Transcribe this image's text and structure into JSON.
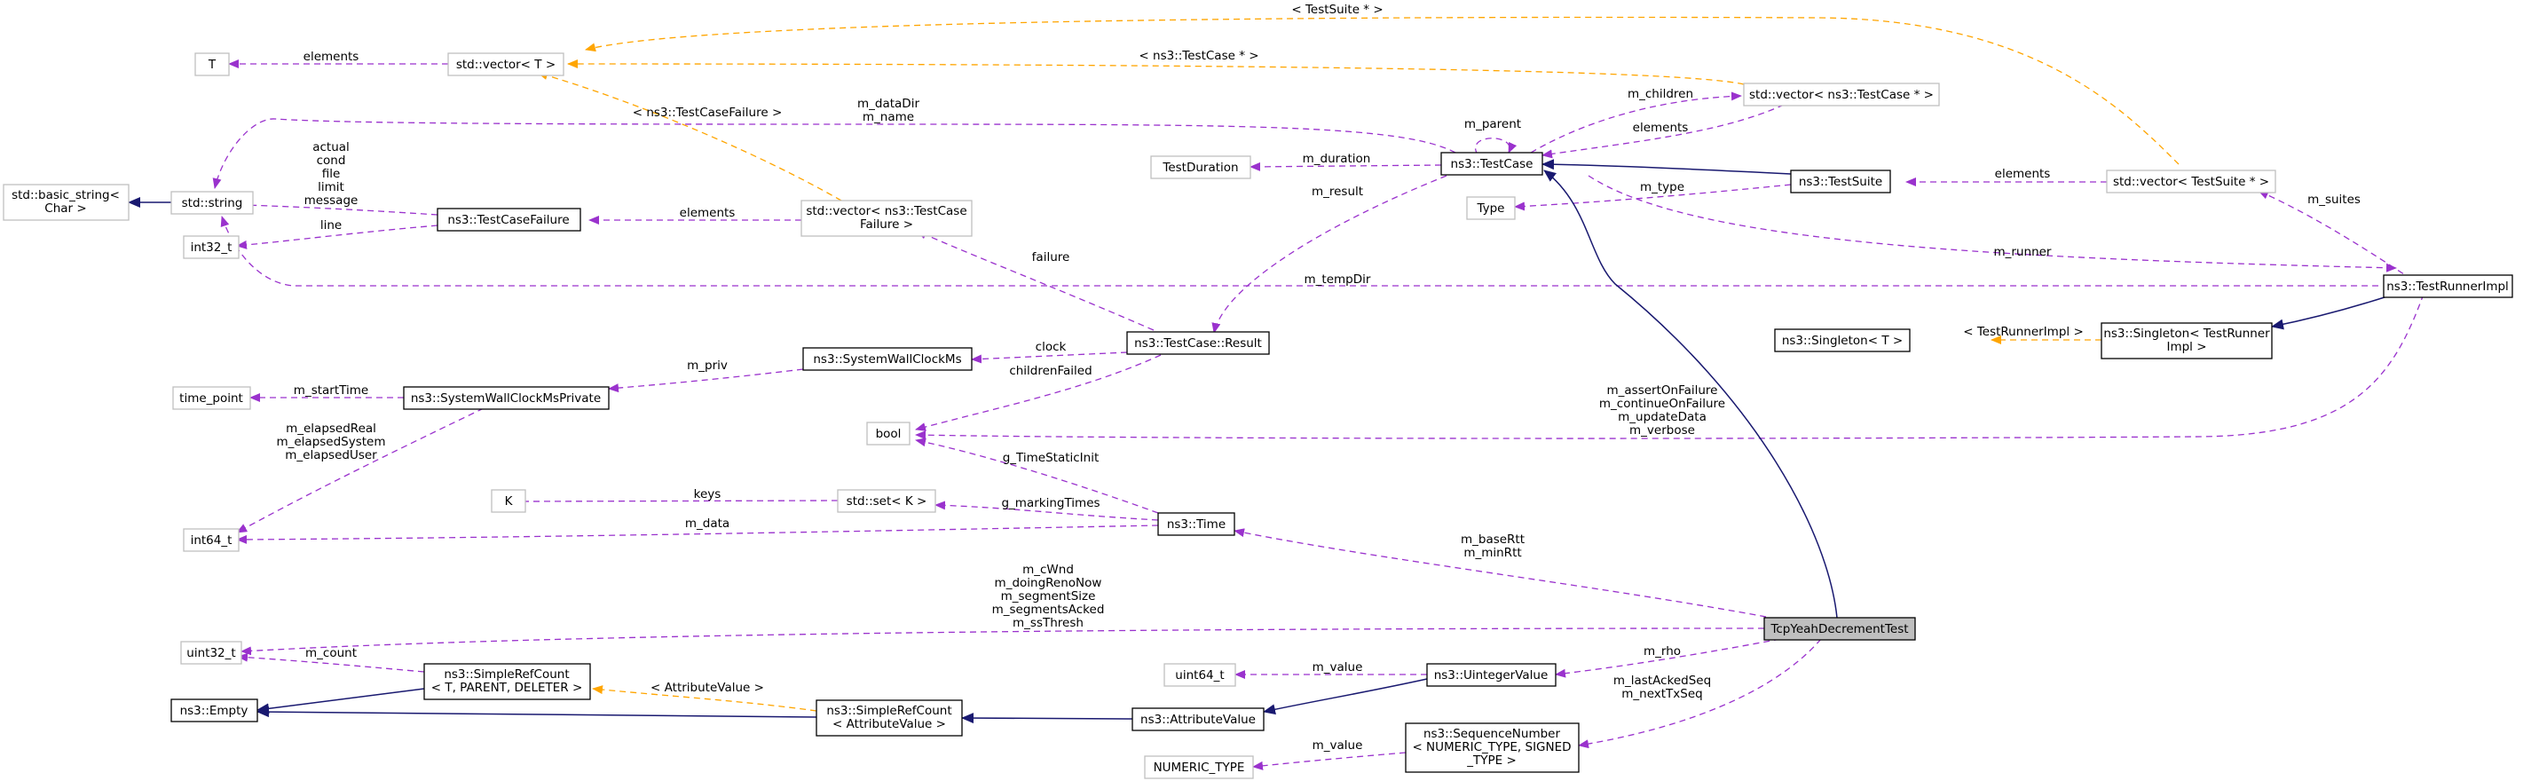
{
  "colors": {
    "usage_edge": "#9a32cd",
    "template_edge": "#ffa500",
    "inheritance_edge": "#191970",
    "focus_fill": "#bfbfbf"
  },
  "nodes": {
    "t": [
      "T"
    ],
    "std_vector_t": [
      "std::vector< T >"
    ],
    "std_basic_string": [
      "std::basic_string<",
      "Char >"
    ],
    "std_string": [
      "std::string"
    ],
    "int32_t": [
      "int32_t"
    ],
    "time_point": [
      "time_point"
    ],
    "int64_t": [
      "int64_t"
    ],
    "uint32_t": [
      "uint32_t"
    ],
    "ns3_empty": [
      "ns3::Empty"
    ],
    "test_case_failure": [
      "ns3::TestCaseFailure"
    ],
    "system_wall_clock_ms_private": [
      "ns3::SystemWallClockMsPrivate"
    ],
    "k": [
      "K"
    ],
    "simple_ref_count_t": [
      "ns3::SimpleRefCount",
      "< T, PARENT, DELETER >"
    ],
    "vector_test_case_failure": [
      "std::vector< ns3::TestCase",
      "Failure >"
    ],
    "system_wall_clock_ms": [
      "ns3::SystemWallClockMs"
    ],
    "bool": [
      "bool"
    ],
    "std_set_k": [
      "std::set< K >"
    ],
    "simple_ref_count_attr": [
      "ns3::SimpleRefCount",
      "< AttributeValue >"
    ],
    "test_duration": [
      "TestDuration"
    ],
    "type": [
      "Type"
    ],
    "test_case": [
      "ns3::TestCase"
    ],
    "test_case_result": [
      "ns3::TestCase::Result"
    ],
    "ns3_time": [
      "ns3::Time"
    ],
    "uint64_t": [
      "uint64_t"
    ],
    "attribute_value": [
      "ns3::AttributeValue"
    ],
    "numeric_type": [
      "NUMERIC_TYPE"
    ],
    "uinteger_value": [
      "ns3::UintegerValue"
    ],
    "sequence_number": [
      "ns3::SequenceNumber",
      "< NUMERIC_TYPE, SIGNED",
      "_TYPE >"
    ],
    "vector_test_case_ptr": [
      "std::vector< ns3::TestCase * >"
    ],
    "test_suite": [
      "ns3::TestSuite"
    ],
    "vector_test_suite_ptr": [
      "std::vector< TestSuite * >"
    ],
    "singleton_t": [
      "ns3::Singleton< T >"
    ],
    "singleton_test_runner": [
      "ns3::Singleton< TestRunner",
      "Impl >"
    ],
    "test_runner_impl": [
      "ns3::TestRunnerImpl"
    ],
    "tcp_yeah_decrement_test": [
      "TcpYeahDecrementTest"
    ]
  },
  "edge_labels": {
    "elements_t": [
      "elements"
    ],
    "test_suite_ptr_tmpl": [
      "< TestSuite * >"
    ],
    "test_case_ptr_tmpl": [
      "< ns3::TestCase * >"
    ],
    "test_case_failure_tmpl": [
      "< ns3::TestCaseFailure >"
    ],
    "data_dir_name": [
      "m_dataDir",
      "m_name"
    ],
    "parent": [
      "m_parent"
    ],
    "children": [
      "m_children"
    ],
    "elements_test_case_ptr": [
      "elements"
    ],
    "duration": [
      "m_duration"
    ],
    "elements_test_suite": [
      "elements"
    ],
    "string_members": [
      "actual",
      "cond",
      "file",
      "limit",
      "message"
    ],
    "line": [
      "line"
    ],
    "elements_failure": [
      "elements"
    ],
    "result": [
      "m_result"
    ],
    "type": [
      "m_type"
    ],
    "suites": [
      "m_suites"
    ],
    "failure": [
      "failure"
    ],
    "runner": [
      "m_runner"
    ],
    "temp_dir": [
      "m_tempDir"
    ],
    "clock": [
      "clock"
    ],
    "children_failed": [
      "childrenFailed"
    ],
    "test_runner_tmpl": [
      "< TestRunnerImpl >"
    ],
    "priv": [
      "m_priv"
    ],
    "start_time": [
      "m_startTime"
    ],
    "elapsed": [
      "m_elapsedReal",
      "m_elapsedSystem",
      "m_elapsedUser"
    ],
    "bool_flags": [
      "m_assertOnFailure",
      "m_continueOnFailure",
      "m_updateData",
      "m_verbose"
    ],
    "time_static_init": [
      "g_TimeStaticInit"
    ],
    "keys": [
      "keys"
    ],
    "marking_times": [
      "g_markingTimes"
    ],
    "data": [
      "m_data"
    ],
    "rtt": [
      "m_baseRtt",
      "m_minRtt"
    ],
    "cwnd_group": [
      "m_cWnd",
      "m_doingRenoNow",
      "m_segmentSize",
      "m_segmentsAcked",
      "m_ssThresh"
    ],
    "count": [
      "m_count"
    ],
    "value_uint": [
      "m_value"
    ],
    "rho": [
      "m_rho"
    ],
    "attribute_value_tmpl": [
      "< AttributeValue >"
    ],
    "acked_seq": [
      "m_lastAckedSeq",
      "m_nextTxSeq"
    ],
    "value_numeric": [
      "m_value"
    ]
  }
}
